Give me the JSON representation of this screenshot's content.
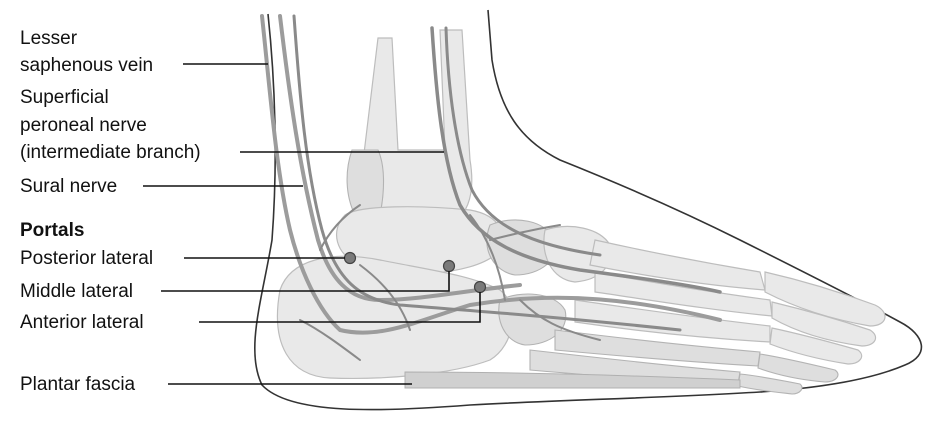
{
  "labels": {
    "lesser_saphenous_vein": [
      "Lesser",
      "saphenous vein"
    ],
    "superficial_peroneal_nerve": [
      "Superficial",
      "peroneal nerve",
      "(intermediate branch)"
    ],
    "sural_nerve": "Sural nerve",
    "portals_heading": "Portals",
    "posterior_lateral": "Posterior lateral",
    "middle_lateral": "Middle lateral",
    "anterior_lateral": "Anterior lateral",
    "plantar_fascia": "Plantar fascia"
  }
}
